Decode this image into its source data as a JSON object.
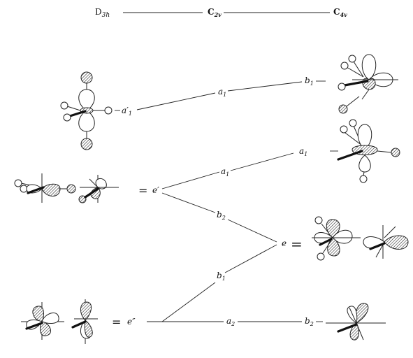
{
  "header": {
    "d3h_main": "D",
    "d3h_sub": "3h",
    "c2v_main": "C",
    "c2v_sub": "2v",
    "c4v_main": "C",
    "c4v_sub": "4v"
  },
  "levels": {
    "a1_prime": "a′",
    "a1_prime_sub": "1",
    "e_prime": "e′",
    "e_double_prime": "e″",
    "a1_c2v_upper": "a",
    "a1_c2v_upper_sub": "1",
    "a1_c2v_middle": "a",
    "a1_c2v_middle_sub": "1",
    "b2_c2v": "b",
    "b2_c2v_sub": "2",
    "b1_c2v": "b",
    "b1_c2v_sub": "1",
    "a2_c2v": "a",
    "a2_c2v_sub": "2",
    "b1_c4v": "b",
    "b1_c4v_sub": "1",
    "a1_c4v": "a",
    "a1_c4v_sub": "1",
    "e_c4v": "e",
    "b2_c4v": "b",
    "b2_c4v_sub": "2"
  },
  "symbols": {
    "equals": "="
  }
}
